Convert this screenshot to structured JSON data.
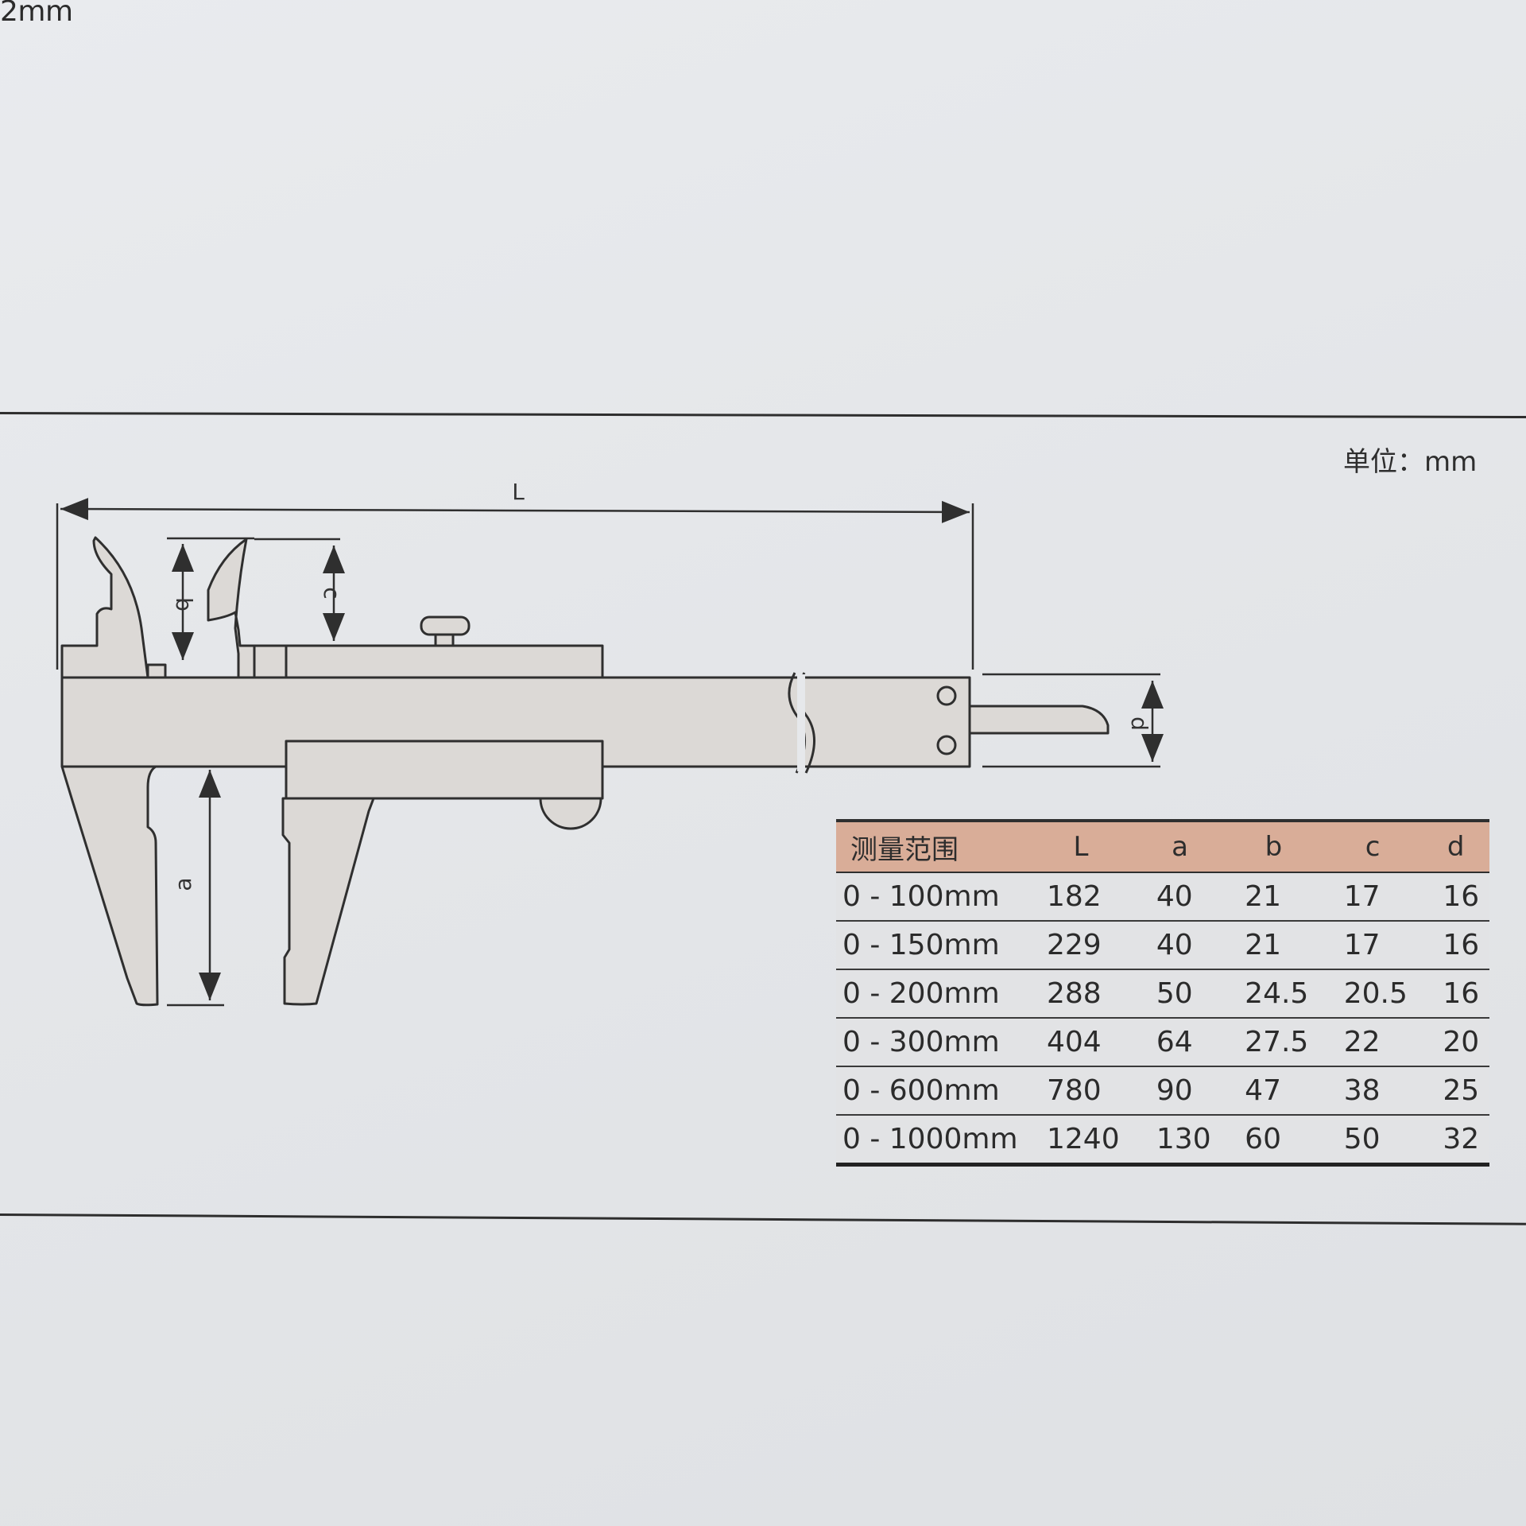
{
  "corner_text": "2mm",
  "unit_label": "单位：mm",
  "dimension_labels": {
    "L": "L",
    "a": "a",
    "b": "b",
    "c": "c",
    "d": "d"
  },
  "table": {
    "headers": [
      "测量范围",
      "L",
      "a",
      "b",
      "c",
      "d"
    ],
    "rows": [
      [
        "0 - 100mm",
        "182",
        "40",
        "21",
        "17",
        "16"
      ],
      [
        "0 - 150mm",
        "229",
        "40",
        "21",
        "17",
        "16"
      ],
      [
        "0 - 200mm",
        "288",
        "50",
        "24.5",
        "20.5",
        "16"
      ],
      [
        "0 - 300mm",
        "404",
        "64",
        "27.5",
        "22",
        "20"
      ],
      [
        "0 - 600mm",
        "780",
        "90",
        "47",
        "38",
        "25"
      ],
      [
        "0 - 1000mm",
        "1240",
        "130",
        "60",
        "50",
        "32"
      ]
    ]
  },
  "colors": {
    "header_bg": "#d9ad98",
    "line": "#2f2f2f",
    "page": "#e6e8eb",
    "part_fill": "#dcd9d6"
  }
}
